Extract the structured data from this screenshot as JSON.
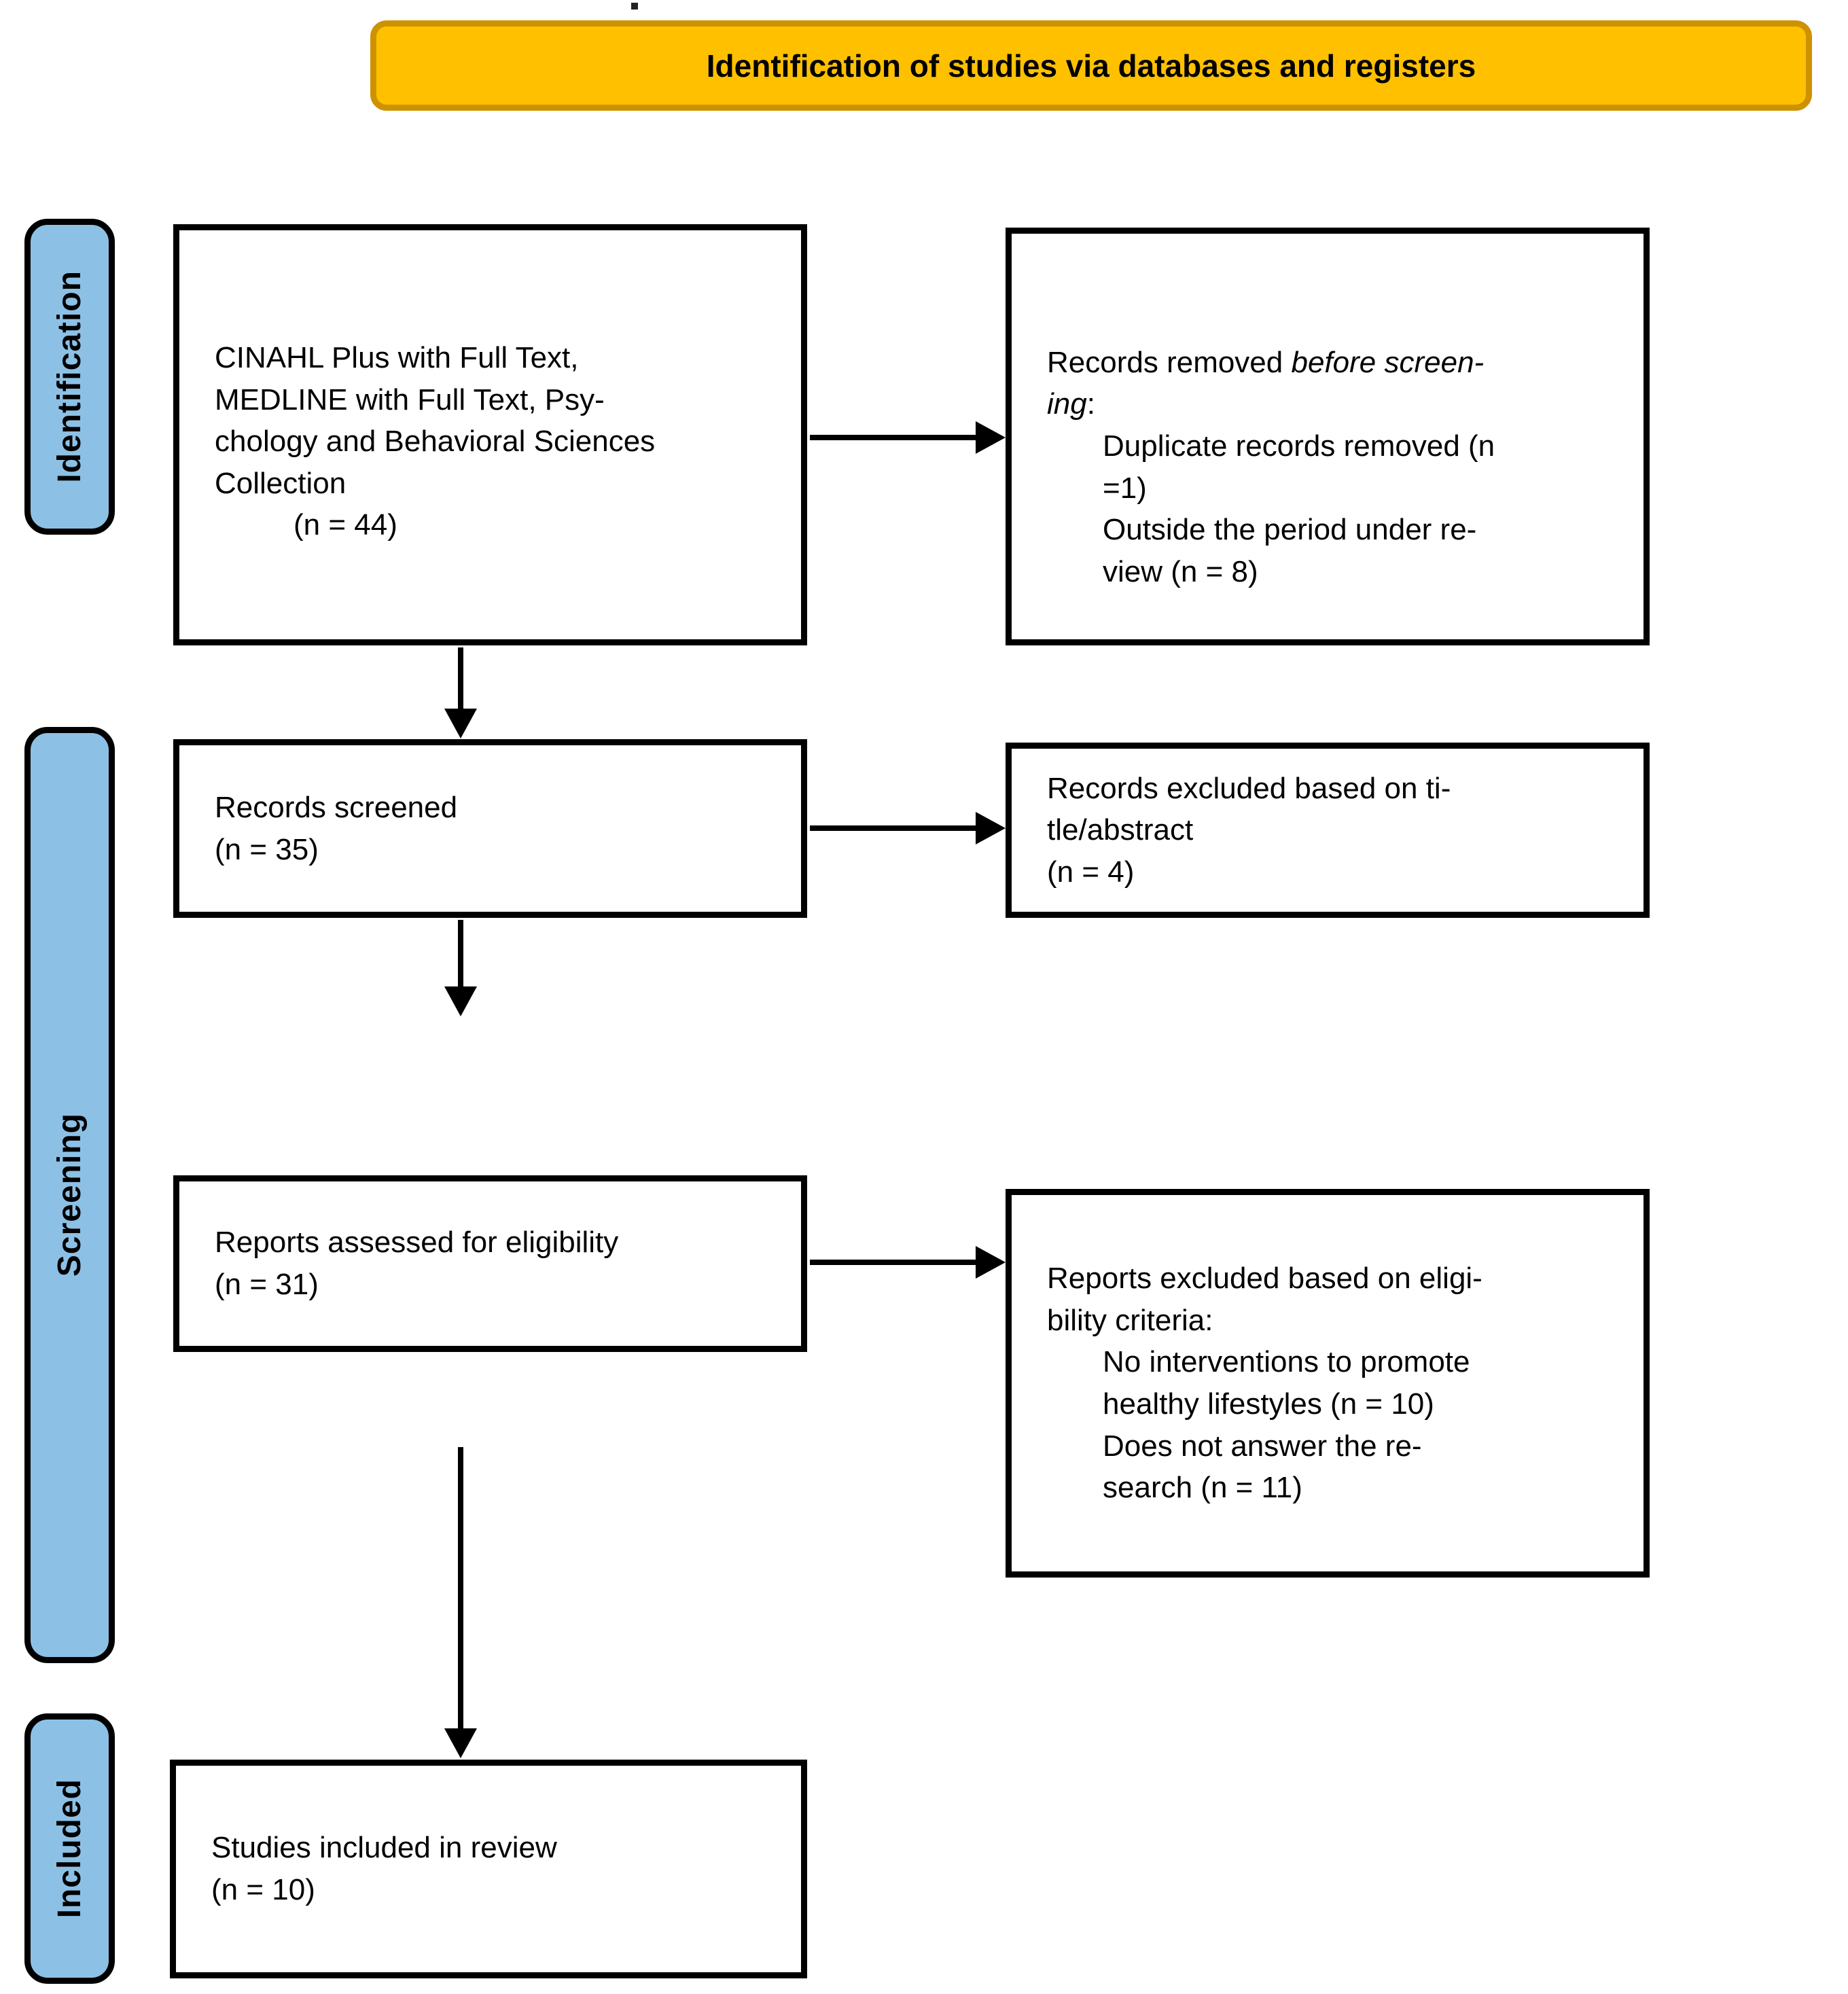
{
  "banner": {
    "title": "Identification of studies via databases and registers"
  },
  "stray_dot": ".",
  "stages": [
    {
      "id": "identification",
      "label": "Identification"
    },
    {
      "id": "screening",
      "label": "Screening"
    },
    {
      "id": "included",
      "label": "Included"
    }
  ],
  "boxes": {
    "db_sources": {
      "lines": [
        "CINAHL Plus with Full Text,",
        "MEDLINE with Full Text, Psy-",
        "chology and Behavioral Sciences",
        "Collection"
      ],
      "count": "(n = 44)"
    },
    "records_removed": {
      "intro_regular": "Records removed ",
      "intro_italic": "before screen-",
      "intro_italic2": "ing",
      "intro_regular2": ":",
      "items": [
        "Duplicate records removed (n",
        "=1)",
        "Outside the period under re-",
        "view (n = 8)"
      ]
    },
    "records_screened": {
      "lines": [
        "Records screened",
        "(n = 35)"
      ]
    },
    "records_excluded": {
      "lines": [
        "Records excluded based on ti-",
        "tle/abstract",
        "(n = 4)"
      ]
    },
    "reports_assessed": {
      "lines": [
        "Reports assessed for eligibility",
        "(n = 31)"
      ]
    },
    "reports_excluded": {
      "lines": [
        "Reports excluded based on eligi-",
        "bility criteria:"
      ],
      "items": [
        "No interventions to promote",
        "healthy lifestyles (n = 10)",
        "Does not answer the re-",
        "search (n = 11)"
      ]
    },
    "studies_included": {
      "lines": [
        "Studies included in review",
        "(n = 10)"
      ]
    }
  },
  "colors": {
    "banner_fill": "#FFC000",
    "banner_border": "#CE9200",
    "stage_fill": "#8DC0E5",
    "box_border": "#000000",
    "arrow": "#000000"
  }
}
